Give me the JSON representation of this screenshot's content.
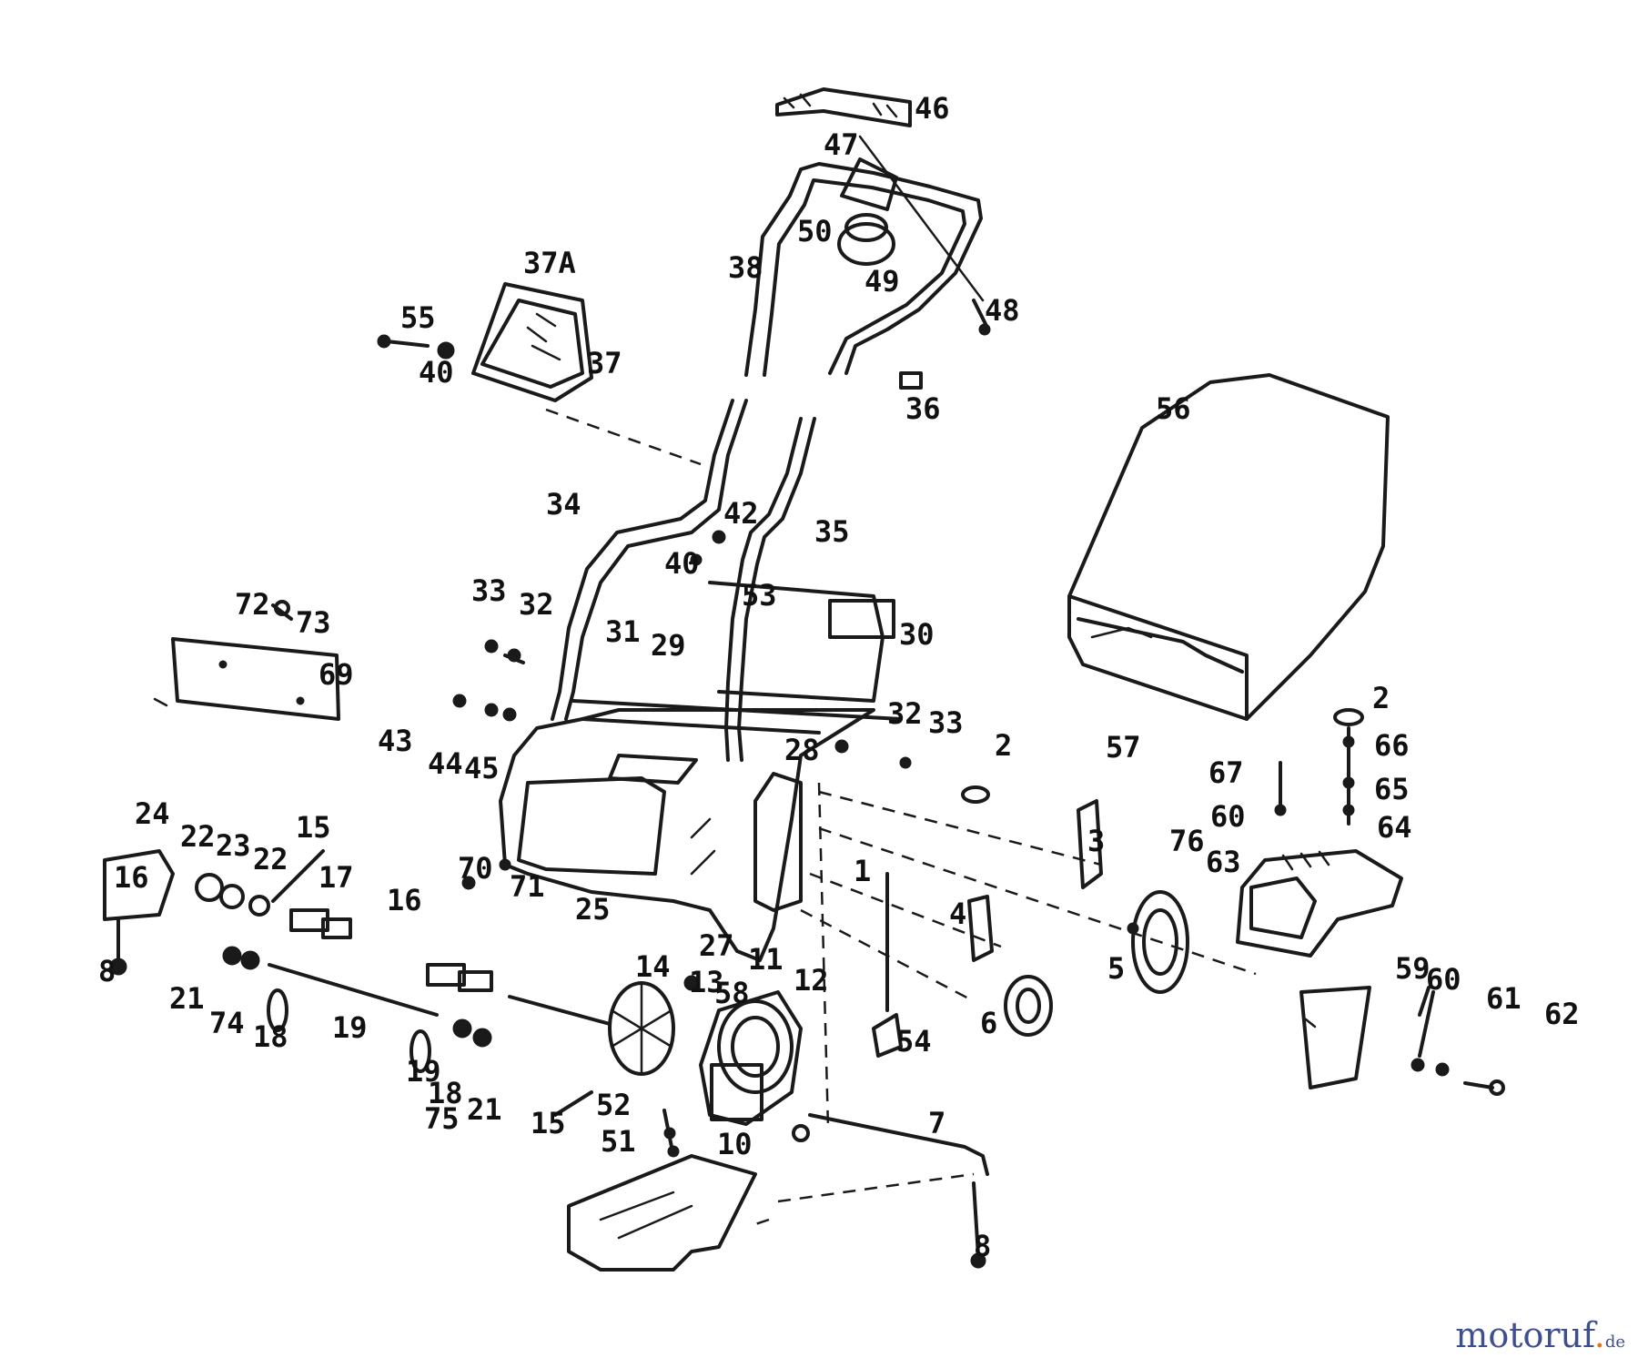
{
  "labels": [
    "46",
    "47",
    "50",
    "49",
    "48",
    "38",
    "37A",
    "55",
    "40",
    "37",
    "36",
    "56",
    "34",
    "35",
    "42",
    "40",
    "33",
    "32",
    "31",
    "29",
    "53",
    "30",
    "72",
    "73",
    "69",
    "43",
    "44",
    "45",
    "32",
    "33",
    "2",
    "28",
    "1",
    "3",
    "25",
    "27",
    "24",
    "22",
    "23",
    "22",
    "15",
    "17",
    "16",
    "16",
    "19",
    "70",
    "71",
    "4",
    "5",
    "6",
    "57",
    "2",
    "66",
    "65",
    "64",
    "67",
    "60",
    "76",
    "63",
    "8",
    "21",
    "74",
    "18",
    "19",
    "18",
    "75",
    "21",
    "14",
    "13",
    "58",
    "11",
    "12",
    "15",
    "52",
    "51",
    "10",
    "7",
    "54",
    "59",
    "60",
    "61",
    "62",
    "8"
  ],
  "watermark": {
    "brand": "motoruf",
    "dot": ".",
    "tld": "de"
  }
}
